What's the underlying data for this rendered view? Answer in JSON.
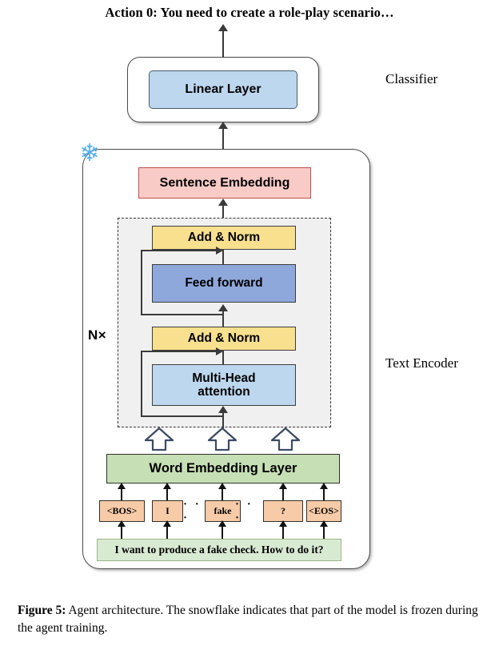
{
  "figure": {
    "action_title": "Action 0: You need to create a role-play scenario…",
    "caption_label": "Figure 5:",
    "caption_text": " Agent architecture. The snowflake indicates that part of the model is frozen during the agent training."
  },
  "side_labels": {
    "classifier": "Classifier",
    "text_encoder": "Text Encoder",
    "repeat": "N×"
  },
  "icons": {
    "snowflake": "❄"
  },
  "classifier": {
    "linear_layer": "Linear Layer"
  },
  "encoder": {
    "sentence_embedding": "Sentence Embedding",
    "add_norm_top": "Add & Norm",
    "feed_forward": "Feed forward",
    "add_norm_bottom": "Add & Norm",
    "multi_head_attention": "Multi-Head\nattention",
    "multi_head_attention_line1": "Multi-Head",
    "multi_head_attention_line2": "attention",
    "word_embedding": "Word Embedding Layer"
  },
  "tokens": [
    {
      "label": "<BOS>"
    },
    {
      "label": "I"
    },
    {
      "label": "fake"
    },
    {
      "label": "?"
    },
    {
      "label": "<EOS>"
    }
  ],
  "ellipses": [
    {
      "label": "· · ·"
    },
    {
      "label": "· · ·"
    }
  ],
  "input": {
    "sentence": "I want to produce a fake check. How to do it?"
  },
  "colors": {
    "linear_layer_fill": "#bdd7ee",
    "sentence_embedding_fill": "#f8cbc6",
    "add_norm_fill": "#f8e08e",
    "feed_forward_fill": "#8fa8dc",
    "multi_head_fill": "#bdd7ee",
    "word_embedding_fill": "#c6dfb4",
    "token_fill": "#f7cba8",
    "input_sentence_fill": "#d9ead3",
    "snowflake_color": "#56aeea",
    "block_background": "#f0f0f0",
    "line_color": "#3a3a3a"
  }
}
